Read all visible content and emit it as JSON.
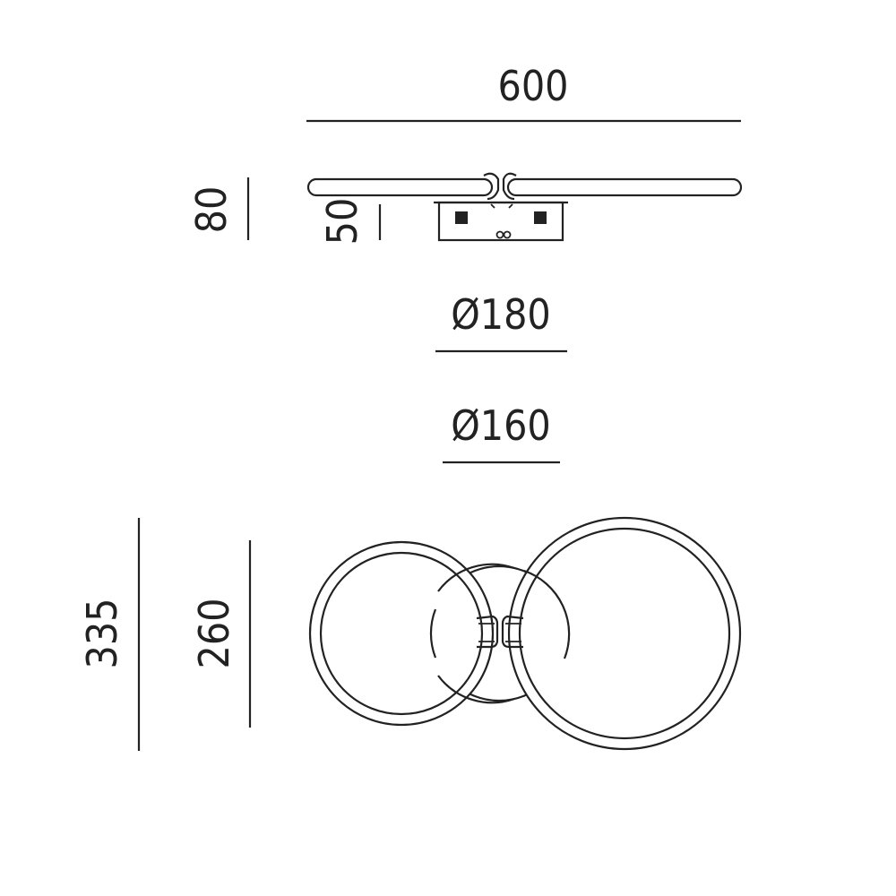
{
  "colors": {
    "line": "#222222",
    "background": "#ffffff"
  },
  "dimensions": {
    "width": "600",
    "height_total": "80",
    "height_base": "50",
    "diameter_large": "Ø180",
    "diameter_small": "Ø160",
    "overall_front_height": "335",
    "ring_front_height": "260"
  }
}
